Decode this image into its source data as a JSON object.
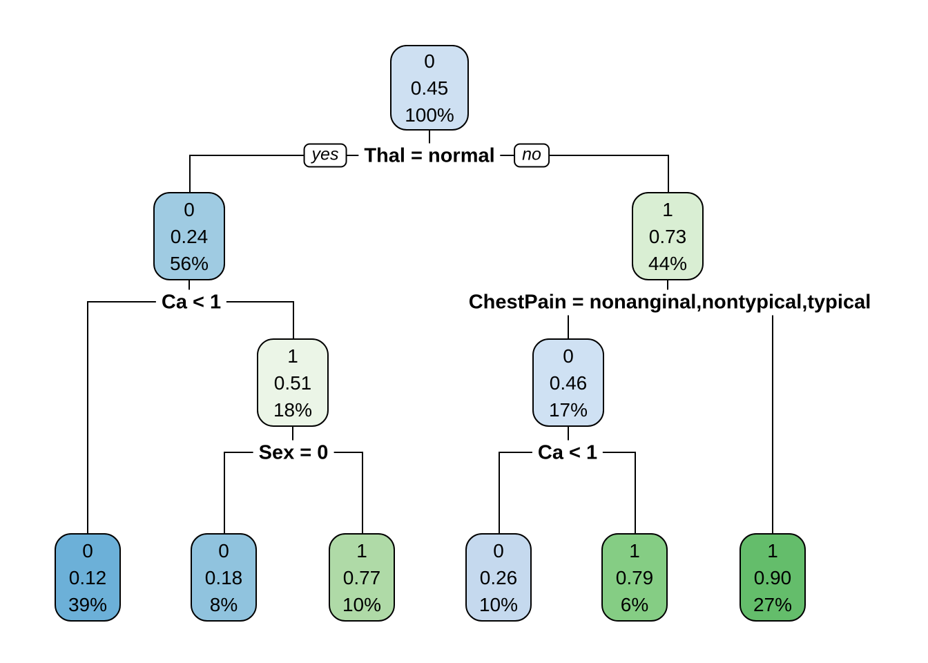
{
  "figure": {
    "background": "#ffffff",
    "line_color": "#000000",
    "description": "rpart decision tree plot, class / probability / percent per node"
  },
  "branch_tags": {
    "yes": "yes",
    "no": "no"
  },
  "tree": {
    "splits": [
      {
        "label": "Thal = normal"
      },
      {
        "label": "Ca < 1"
      },
      {
        "label": "ChestPain = nonanginal,nontypical,typical"
      },
      {
        "label": "Sex = 0"
      },
      {
        "label": "Ca < 1"
      }
    ],
    "nodes": [
      {
        "name": "root",
        "class_label": "0",
        "prob": "0.45",
        "pct": "100%",
        "fill": "#cee0f2"
      },
      {
        "name": "thal-yes",
        "class_label": "0",
        "prob": "0.24",
        "pct": "56%",
        "fill": "#9fcbe2"
      },
      {
        "name": "thal-no",
        "class_label": "1",
        "prob": "0.73",
        "pct": "44%",
        "fill": "#d9eed3"
      },
      {
        "name": "ca1-no",
        "class_label": "1",
        "prob": "0.51",
        "pct": "18%",
        "fill": "#ebf5e7"
      },
      {
        "name": "chestpain-yes",
        "class_label": "0",
        "prob": "0.46",
        "pct": "17%",
        "fill": "#cfe1f3"
      },
      {
        "name": "leaf-ca1-yes",
        "class_label": "0",
        "prob": "0.12",
        "pct": "39%",
        "fill": "#6cb0d8"
      },
      {
        "name": "leaf-sex0-yes",
        "class_label": "0",
        "prob": "0.18",
        "pct": "8%",
        "fill": "#90c3de"
      },
      {
        "name": "leaf-sex0-no",
        "class_label": "1",
        "prob": "0.77",
        "pct": "10%",
        "fill": "#afdaa7"
      },
      {
        "name": "leaf-ca1b-yes",
        "class_label": "0",
        "prob": "0.26",
        "pct": "10%",
        "fill": "#c5d9ee"
      },
      {
        "name": "leaf-ca1b-no",
        "class_label": "1",
        "prob": "0.79",
        "pct": "6%",
        "fill": "#85cd84"
      },
      {
        "name": "leaf-chestpain-no",
        "class_label": "1",
        "prob": "0.90",
        "pct": "27%",
        "fill": "#64bd6b"
      }
    ]
  }
}
